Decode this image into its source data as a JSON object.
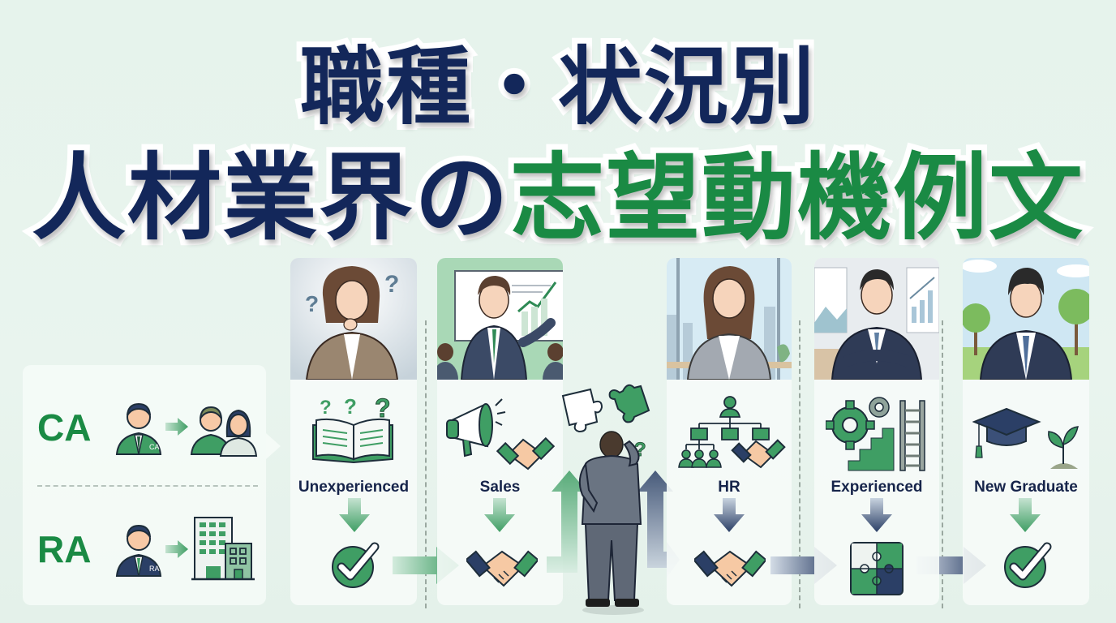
{
  "title": {
    "line1": "職種・状況別",
    "line2_navy": "人材業界の",
    "line2_green": "志望動機例文"
  },
  "roles": [
    {
      "label": "CA",
      "badge": "CA",
      "description_icons": [
        "advisor-icon",
        "arrow-icon",
        "job-seekers-icon"
      ]
    },
    {
      "label": "RA",
      "badge": "RA",
      "description_icons": [
        "advisor-icon",
        "arrow-icon",
        "company-building-icon"
      ]
    }
  ],
  "columns": [
    {
      "label": "Unexperienced",
      "icon": "book-question-icon",
      "result": "checkmark-icon",
      "theme": "green"
    },
    {
      "label": "Sales",
      "icon": "megaphone-handshake-icon",
      "result": "handshake-icon",
      "theme": "green"
    },
    {
      "label": "HR",
      "icon": "org-chart-handshake-icon",
      "result": "handshake-icon",
      "theme": "navy"
    },
    {
      "label": "Experienced",
      "icon": "gears-stairs-ladder-icon",
      "result": "puzzle-icon",
      "theme": "navy"
    },
    {
      "label": "New Graduate",
      "icon": "graduation-cap-sprout-icon",
      "result": "checkmark-icon",
      "theme": "green"
    }
  ],
  "colors": {
    "navy": "#13275a",
    "green": "#1a8a44",
    "icon_green": "#3f9e64",
    "icon_navy": "#2b3f66",
    "background": "#e6f3ec"
  }
}
